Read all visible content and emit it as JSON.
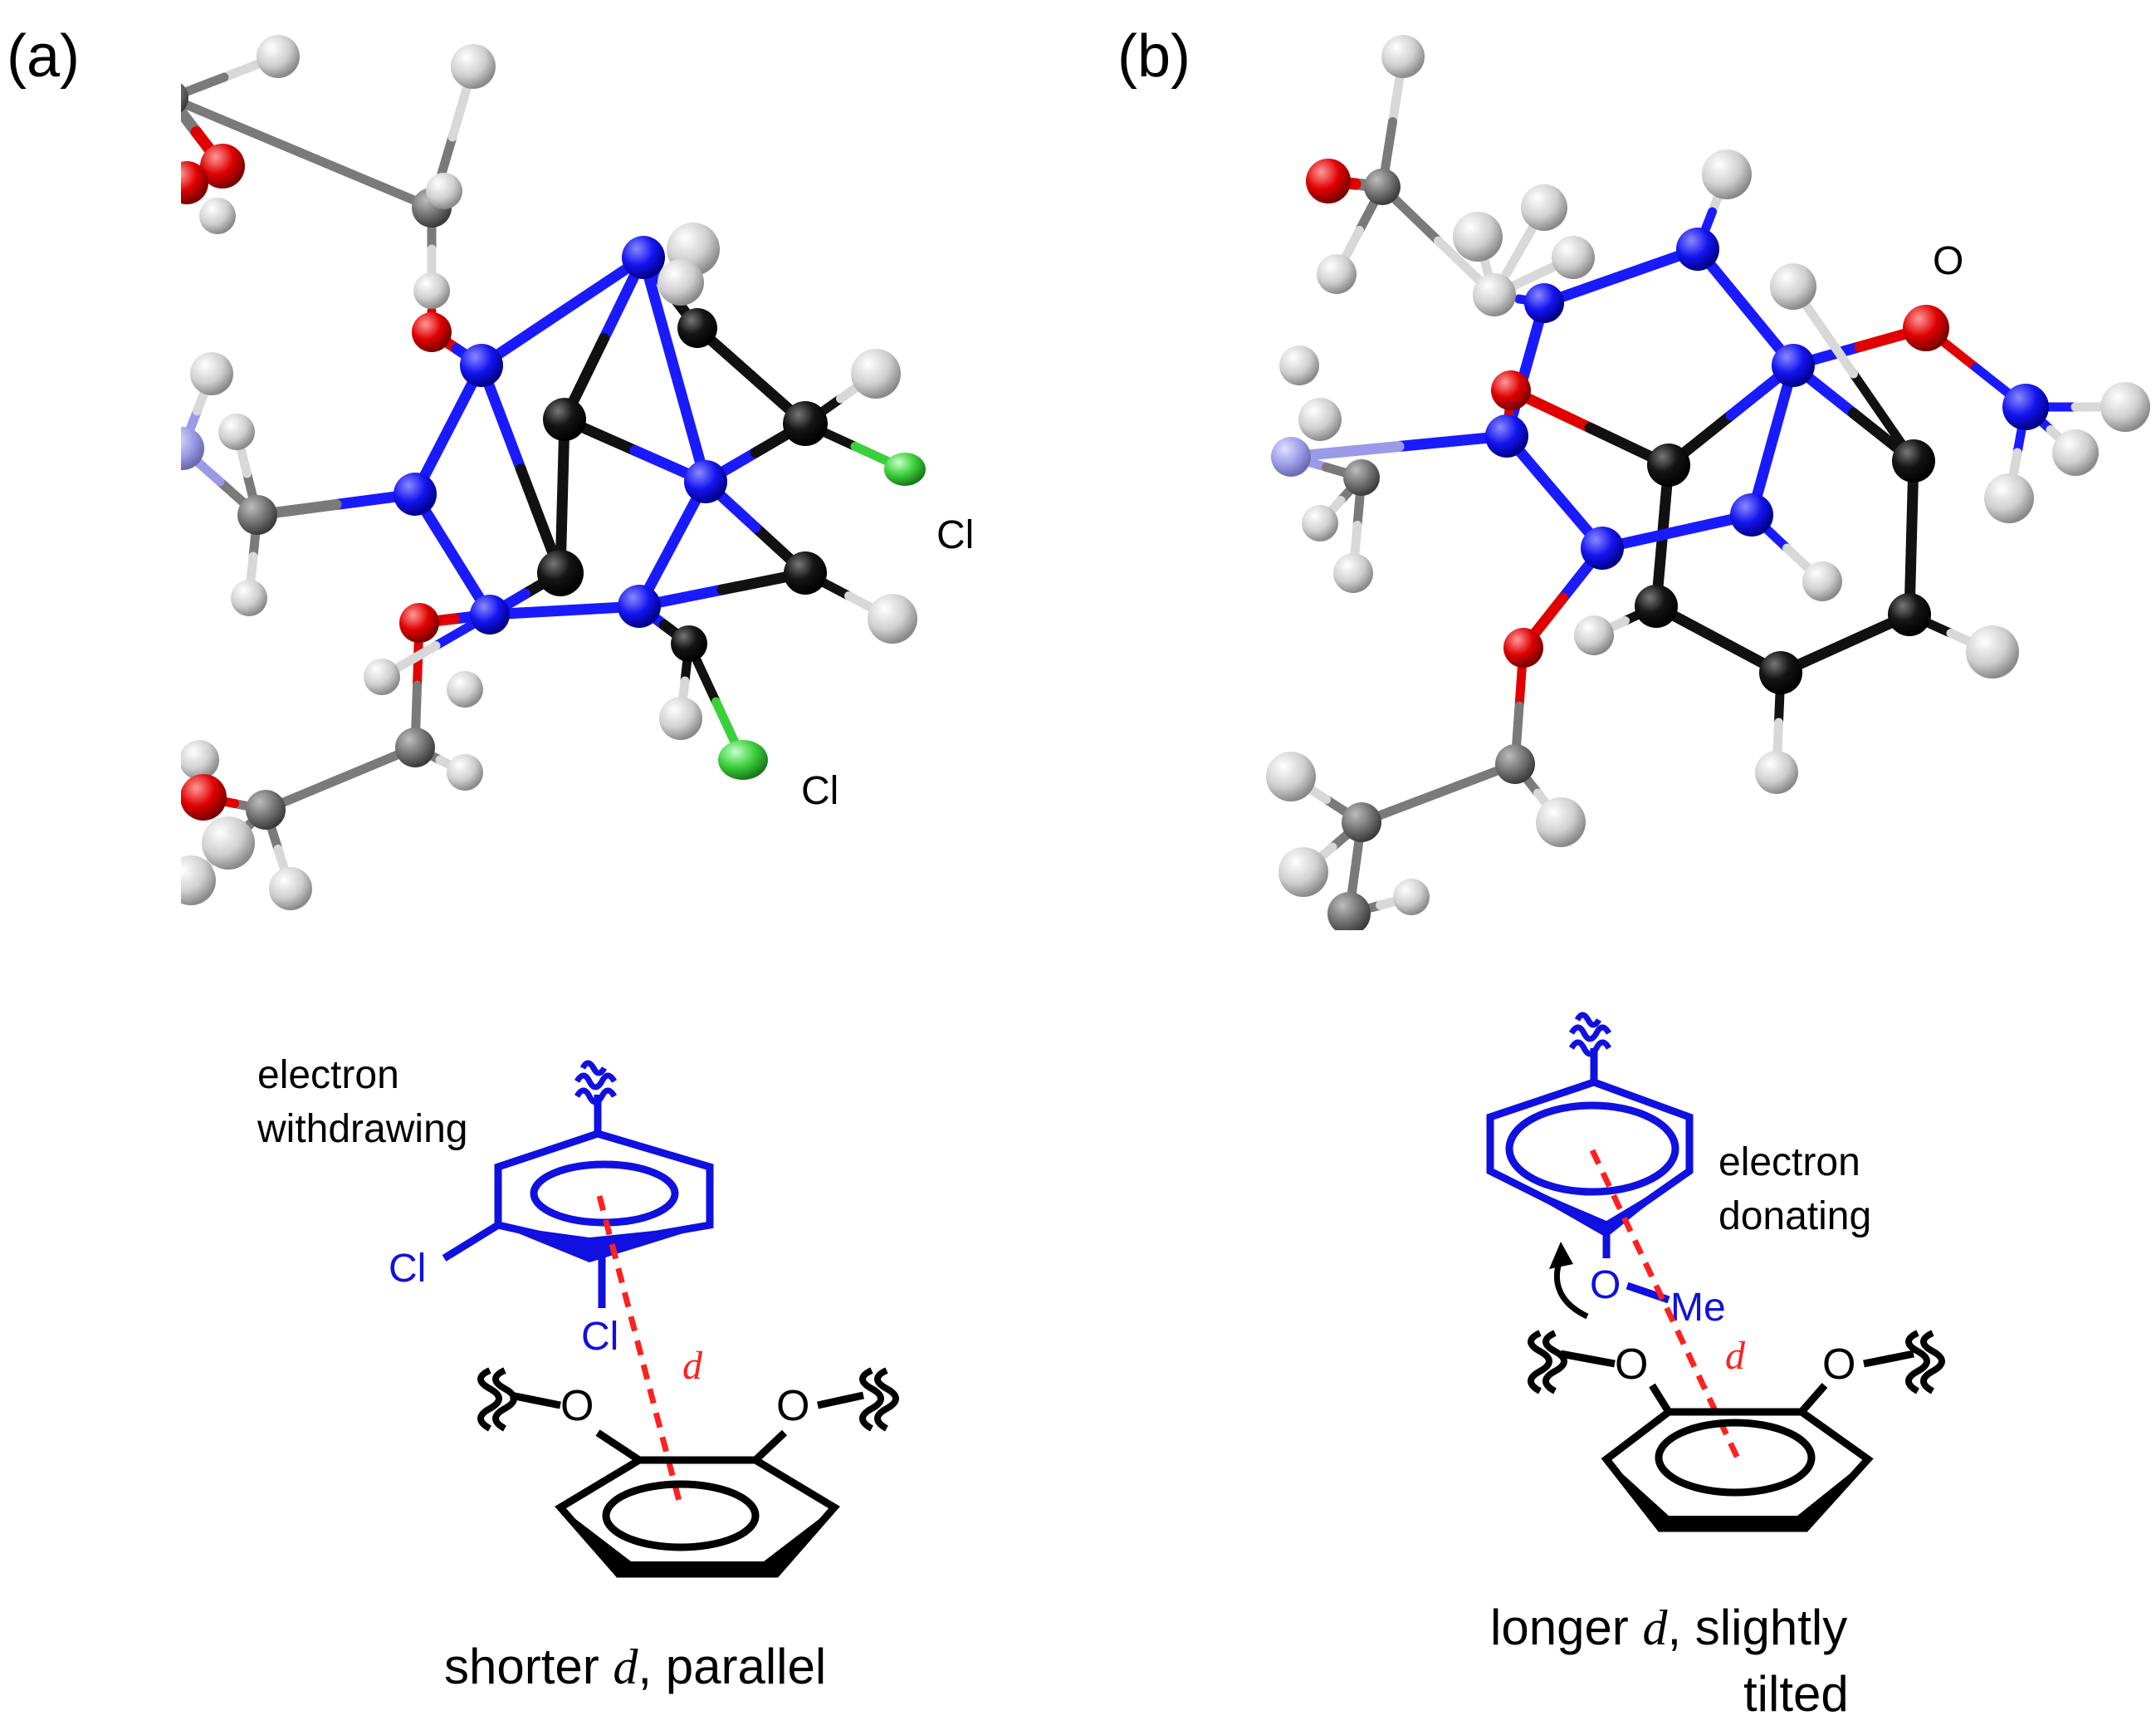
{
  "panels": [
    {
      "id": "a",
      "label": "(a)",
      "atom_labels": [
        "Cl",
        "Cl"
      ],
      "substituent_effect": "electron withdrawing",
      "substituent_effect_lines": [
        "electron",
        "withdrawing"
      ],
      "substituents": [
        "Cl",
        "Cl"
      ],
      "distance_symbol": "d",
      "ether_oxygens": [
        "O",
        "O"
      ],
      "caption": "shorter d, parallel",
      "caption_parts": {
        "prefix": "shorter ",
        "symbol": "d",
        "suffix": ", parallel"
      }
    },
    {
      "id": "b",
      "label": "(b)",
      "atom_labels": [
        "O"
      ],
      "substituent_effect": "electron donating",
      "substituent_effect_lines": [
        "electron",
        "donating"
      ],
      "substituents": [
        "O",
        "Me"
      ],
      "distance_symbol": "d",
      "ether_oxygens": [
        "O",
        "O"
      ],
      "caption": "longer d, slightly tilted",
      "caption_parts": {
        "prefix": "longer ",
        "symbol": "d",
        "suffix": ", slightly",
        "line2": "tilted"
      }
    }
  ],
  "colors": {
    "carbon": "#111111",
    "carbon_grey": "#7a7a7a",
    "hydrogen": "#d0d0d0",
    "nitrogen": "#1a1aff",
    "oxygen": "#e00000",
    "chlorine": "#3ccf3c",
    "bond_blue": "#1a1aff",
    "distance_line": "#ff2020",
    "scheme_blue": "#1010e0",
    "scheme_black": "#000000"
  }
}
